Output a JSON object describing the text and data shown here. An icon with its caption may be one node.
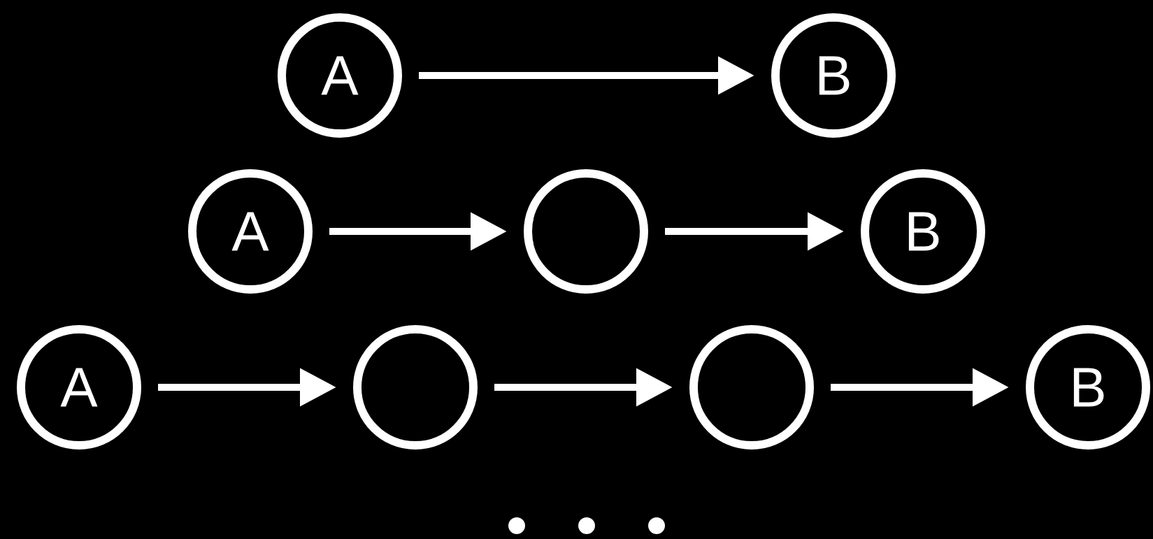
{
  "diagram": {
    "nodes": [
      {
        "text": [
          "A"
        ]
      },
      {
        "text": [
          "B"
        ]
      },
      {
        "text": [
          "A"
        ]
      },
      {
        "text": [],
        "shape": "circle"
      },
      {
        "text": [
          "B"
        ]
      },
      {
        "text": [
          "A"
        ]
      },
      {
        "text": [],
        "shape": "circle"
      },
      {
        "text": [],
        "shape": "circle"
      },
      {
        "text": [
          "B"
        ]
      }
    ],
    "edges": [
      {
        "from": 0,
        "to": 1,
        "arrow": "to"
      },
      {
        "from": 2,
        "to": 3,
        "arrow": "to"
      },
      {
        "from": 3,
        "to": 4,
        "arrow": "to"
      },
      {
        "from": 5,
        "to": 6,
        "arrow": "to"
      },
      {
        "from": 6,
        "to": 7,
        "arrow": "to"
      },
      {
        "from": 7,
        "to": 8,
        "arrow": "to"
      }
    ]
  }
}
